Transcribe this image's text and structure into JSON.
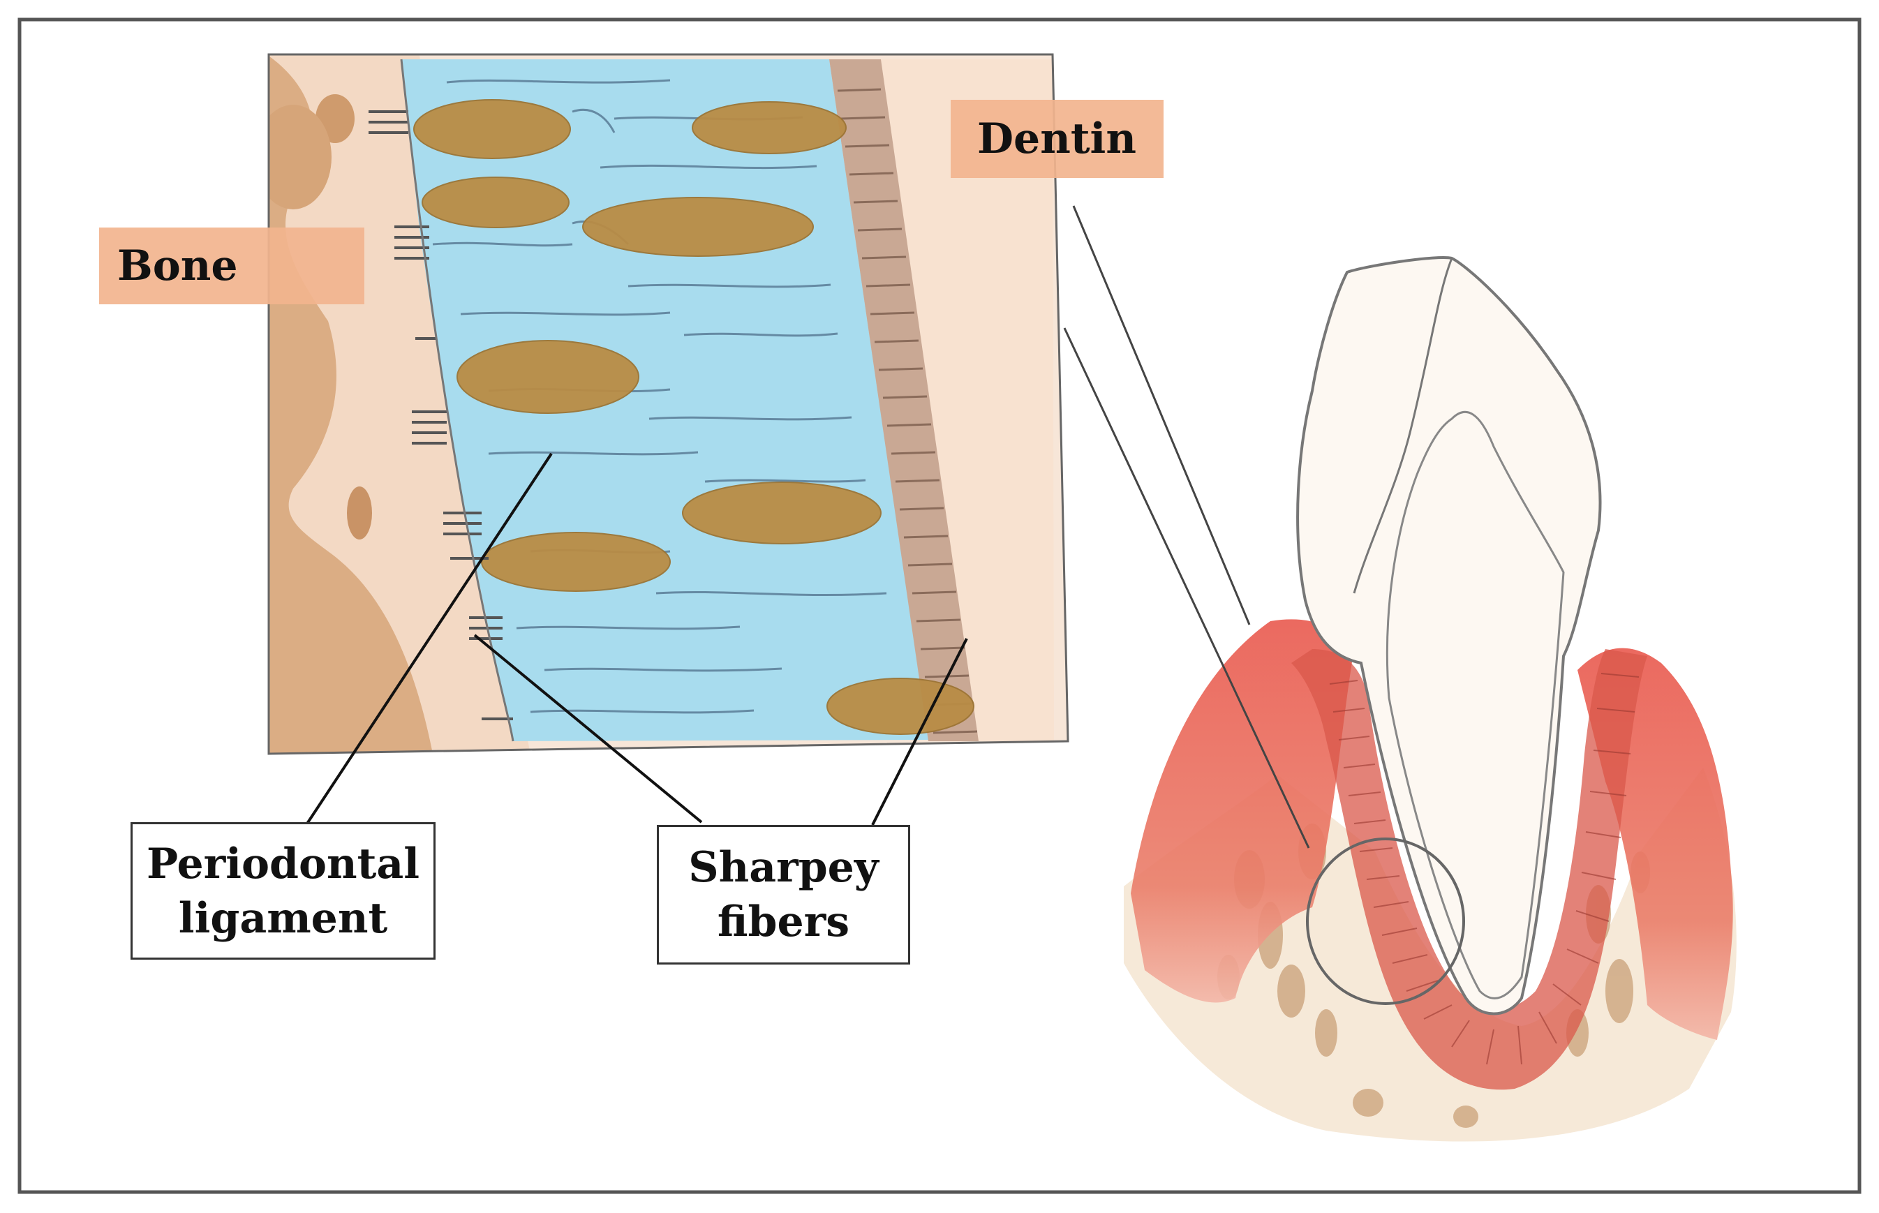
{
  "labels": {
    "bone": "Bone",
    "dentin": "Dentin",
    "periodontal_ligament": "Periodontal\nligament",
    "sharpey_fibers": "Sharpey\nfibers"
  },
  "colors": {
    "frame": "#555555",
    "label_highlight": "#f2b48e",
    "ligament_blue": "#9fd6ea",
    "bone_tan": "#d8a77a",
    "bone_light": "#f6e0cf",
    "dentin_light": "#f8e4d4",
    "fiber_bundle": "#b98a3e",
    "gingiva_red": "#e06a5c",
    "outline": "#555555"
  },
  "icons": [
    "tooth-illustration",
    "magnifier-circle"
  ]
}
